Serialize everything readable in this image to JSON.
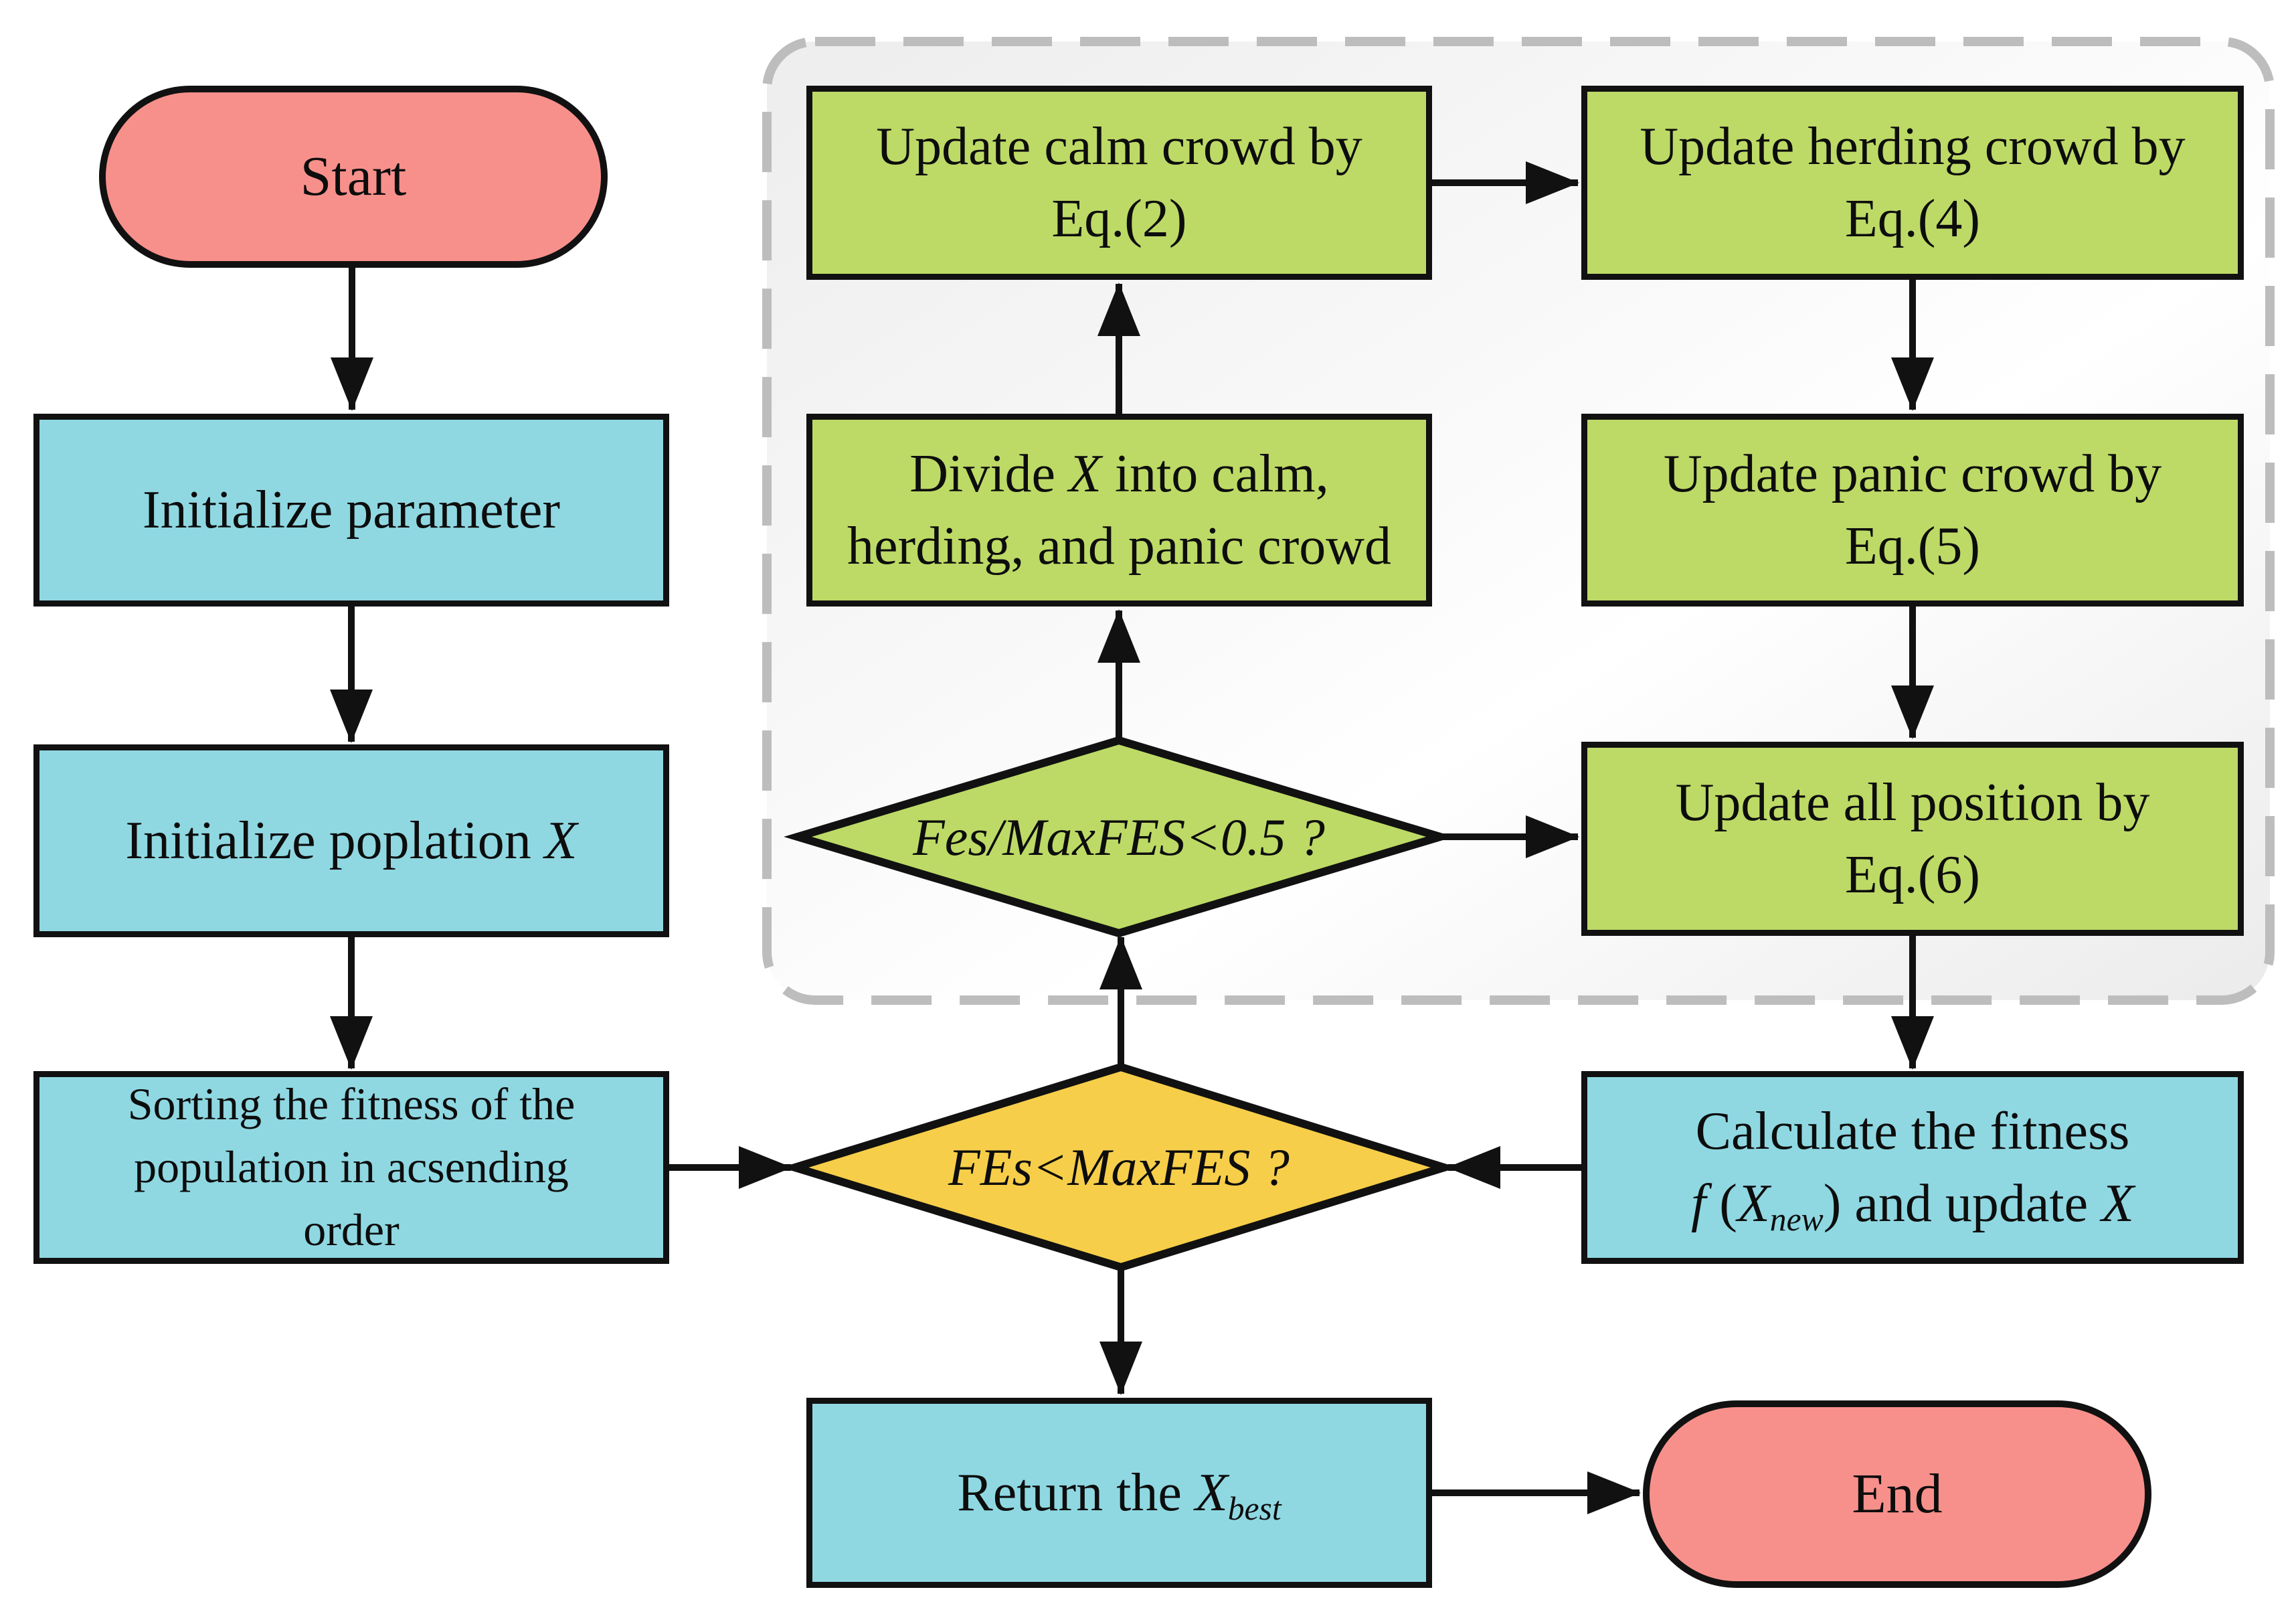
{
  "colors": {
    "pink": "#F7908B",
    "cyan": "#8FD8E2",
    "green": "#BDDA66",
    "yellow": "#F6CE49",
    "ink": "#111111",
    "container-border": "#BDBDBD",
    "container-fill": "#F0F0F0"
  },
  "nodes": {
    "start": {
      "label": "Start"
    },
    "init_param": {
      "label": "Initialize parameter"
    },
    "init_pop": {
      "parts": [
        "Initialize poplation ",
        "X"
      ]
    },
    "sorting": {
      "lines": [
        "Sorting the fitness of the",
        "population in acsending",
        "order"
      ]
    },
    "update_calm": {
      "lines": [
        "Update calm crowd by",
        "Eq.(2)"
      ]
    },
    "update_herding": {
      "lines": [
        "Update herding crowd by",
        "Eq.(4)"
      ]
    },
    "divide": {
      "line1_parts": [
        "Divide ",
        "X",
        " into calm,"
      ],
      "line2": "herding, and panic crowd"
    },
    "update_panic": {
      "lines": [
        "Update panic crowd by",
        "Eq.(5)"
      ]
    },
    "fes_half": {
      "label": "Fes/MaxFES<0.5 ?"
    },
    "update_all": {
      "lines": [
        "Update all position by",
        "Eq.(6)"
      ]
    },
    "fes_max": {
      "label": "FEs<MaxFES ?"
    },
    "calc": {
      "line1": "Calculate the fitness",
      "line2_parts": [
        "f",
        " (",
        "X",
        "new",
        ") and update ",
        "X"
      ]
    },
    "return": {
      "parts": [
        "Return the ",
        "X",
        "best"
      ]
    },
    "end": {
      "label": "End"
    }
  }
}
